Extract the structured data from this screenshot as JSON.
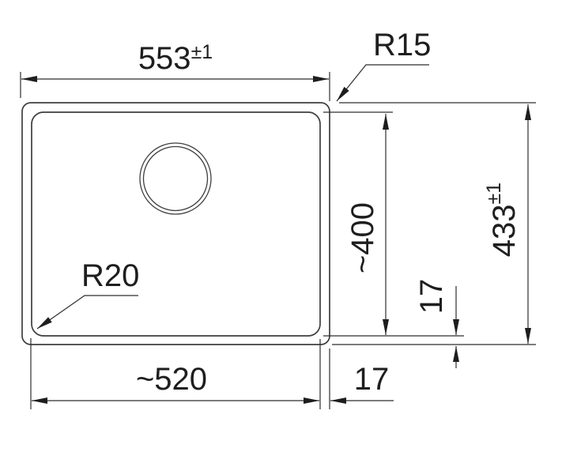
{
  "drawing": {
    "background_color": "#ffffff",
    "line_color": "#3e3e3e",
    "text_color": "#1e1e1e",
    "labels": {
      "top_width": {
        "value": "553",
        "tolerance": "±1"
      },
      "overall_height": {
        "value": "433",
        "tolerance": "±1"
      },
      "inner_width": "~520",
      "inner_height": "~400",
      "radius_top_right": "R15",
      "radius_bottom_left": "R20",
      "offset_vertical": "17",
      "offset_horizontal": "17"
    }
  }
}
